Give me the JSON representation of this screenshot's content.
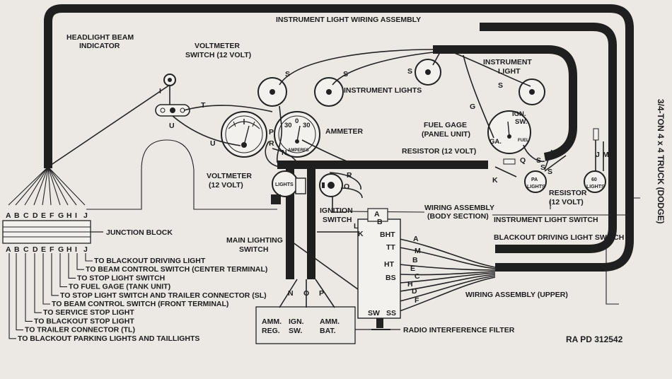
{
  "labels": {
    "headlight_beam_indicator": [
      "HEADLIGHT BEAM",
      "INDICATOR"
    ],
    "voltmeter_switch": [
      "VOLTMETER",
      "SWITCH (12 VOLT)"
    ],
    "instrument_light_wiring_assembly": "INSTRUMENT LIGHT WIRING ASSEMBLY",
    "instrument_lights": "INSTRUMENT LIGHTS",
    "instrument_light": [
      "INSTRUMENT",
      "LIGHT"
    ],
    "ammeter": "AMMETER",
    "fuel_gage": [
      "FUEL GAGE",
      "(PANEL UNIT)"
    ],
    "resistor_center": "RESISTOR (12 VOLT)",
    "resistor_right": [
      "RESISTOR",
      "(12 VOLT)"
    ],
    "voltmeter": [
      "VOLTMETER",
      "(12 VOLT)"
    ],
    "lights": "LIGHTS",
    "ignition_switch": [
      "IGNITION",
      "SWITCH"
    ],
    "wiring_assembly_body": [
      "WIRING ASSEMBLY",
      "(BODY SECTION)"
    ],
    "instrument_light_switch": "INSTRUMENT LIGHT SWITCH",
    "blackout_driving_light_switch": "BLACKOUT DRIVING LIGHT SWITCH",
    "junction_block": "JUNCTION BLOCK",
    "main_lighting_switch": [
      "MAIN LIGHTING",
      "SWITCH"
    ],
    "wiring_assembly_upper": "WIRING ASSEMBLY (UPPER)",
    "radio_interference_filter": "RADIO INTERFERENCE FILTER",
    "ra_pd": "RA PD 312542",
    "side_title": "3/4-TON 4 x 4 TRUCK (DODGE)"
  },
  "gauge_text": {
    "ign_sw": [
      "IGN.",
      "SW."
    ],
    "ga": "GA.",
    "fuel": "FUEL",
    "pa_lights": [
      "PA",
      "LIGHTS"
    ],
    "lights_60": [
      "60",
      "LIGHTS"
    ],
    "ammeter_30_left": "30",
    "ammeter_30_right": "30",
    "ammeter_0": "0",
    "amperes": "AMPERES",
    "lights": "LIGHTS"
  },
  "terminal_letters": {
    "junction": [
      "A",
      "B",
      "C",
      "D",
      "E",
      "F",
      "G",
      "H",
      "I",
      "J"
    ],
    "filter_left": [
      "N",
      "O",
      "P"
    ],
    "filter_boxes": [
      [
        "AMM.",
        "REG."
      ],
      [
        "IGN.",
        "SW."
      ],
      [
        "AMM.",
        "BAT."
      ]
    ],
    "switch_terminals": [
      "BHT",
      "TT",
      "HT",
      "BS",
      "SW",
      "SS"
    ],
    "switch_wires": [
      "A",
      "M",
      "B",
      "E",
      "C",
      "H",
      "D",
      "F"
    ],
    "wire_codes": [
      "S",
      "S",
      "S",
      "S",
      "T",
      "U",
      "U",
      "G",
      "P",
      "R",
      "N",
      "J",
      "K",
      "Q",
      "I",
      "L",
      "M",
      "A",
      "B",
      "R",
      "O",
      "E",
      "C"
    ]
  },
  "circuits": [
    "TO BLACKOUT DRIVING LIGHT",
    "TO BEAM CONTROL SWITCH (CENTER TERMINAL)",
    "TO STOP LIGHT SWITCH",
    "TO FUEL GAGE (TANK UNIT)",
    "TO STOP LIGHT SWITCH AND TRAILER CONNECTOR (SL)",
    "TO BEAM CONTROL SWITCH (FRONT TERMINAL)",
    "TO SERVICE STOP LIGHT",
    "TO BLACKOUT STOP LIGHT",
    "TO TRAILER CONNECTOR (TL)",
    "TO BLACKOUT PARKING LIGHTS AND TAILLIGHTS"
  ]
}
